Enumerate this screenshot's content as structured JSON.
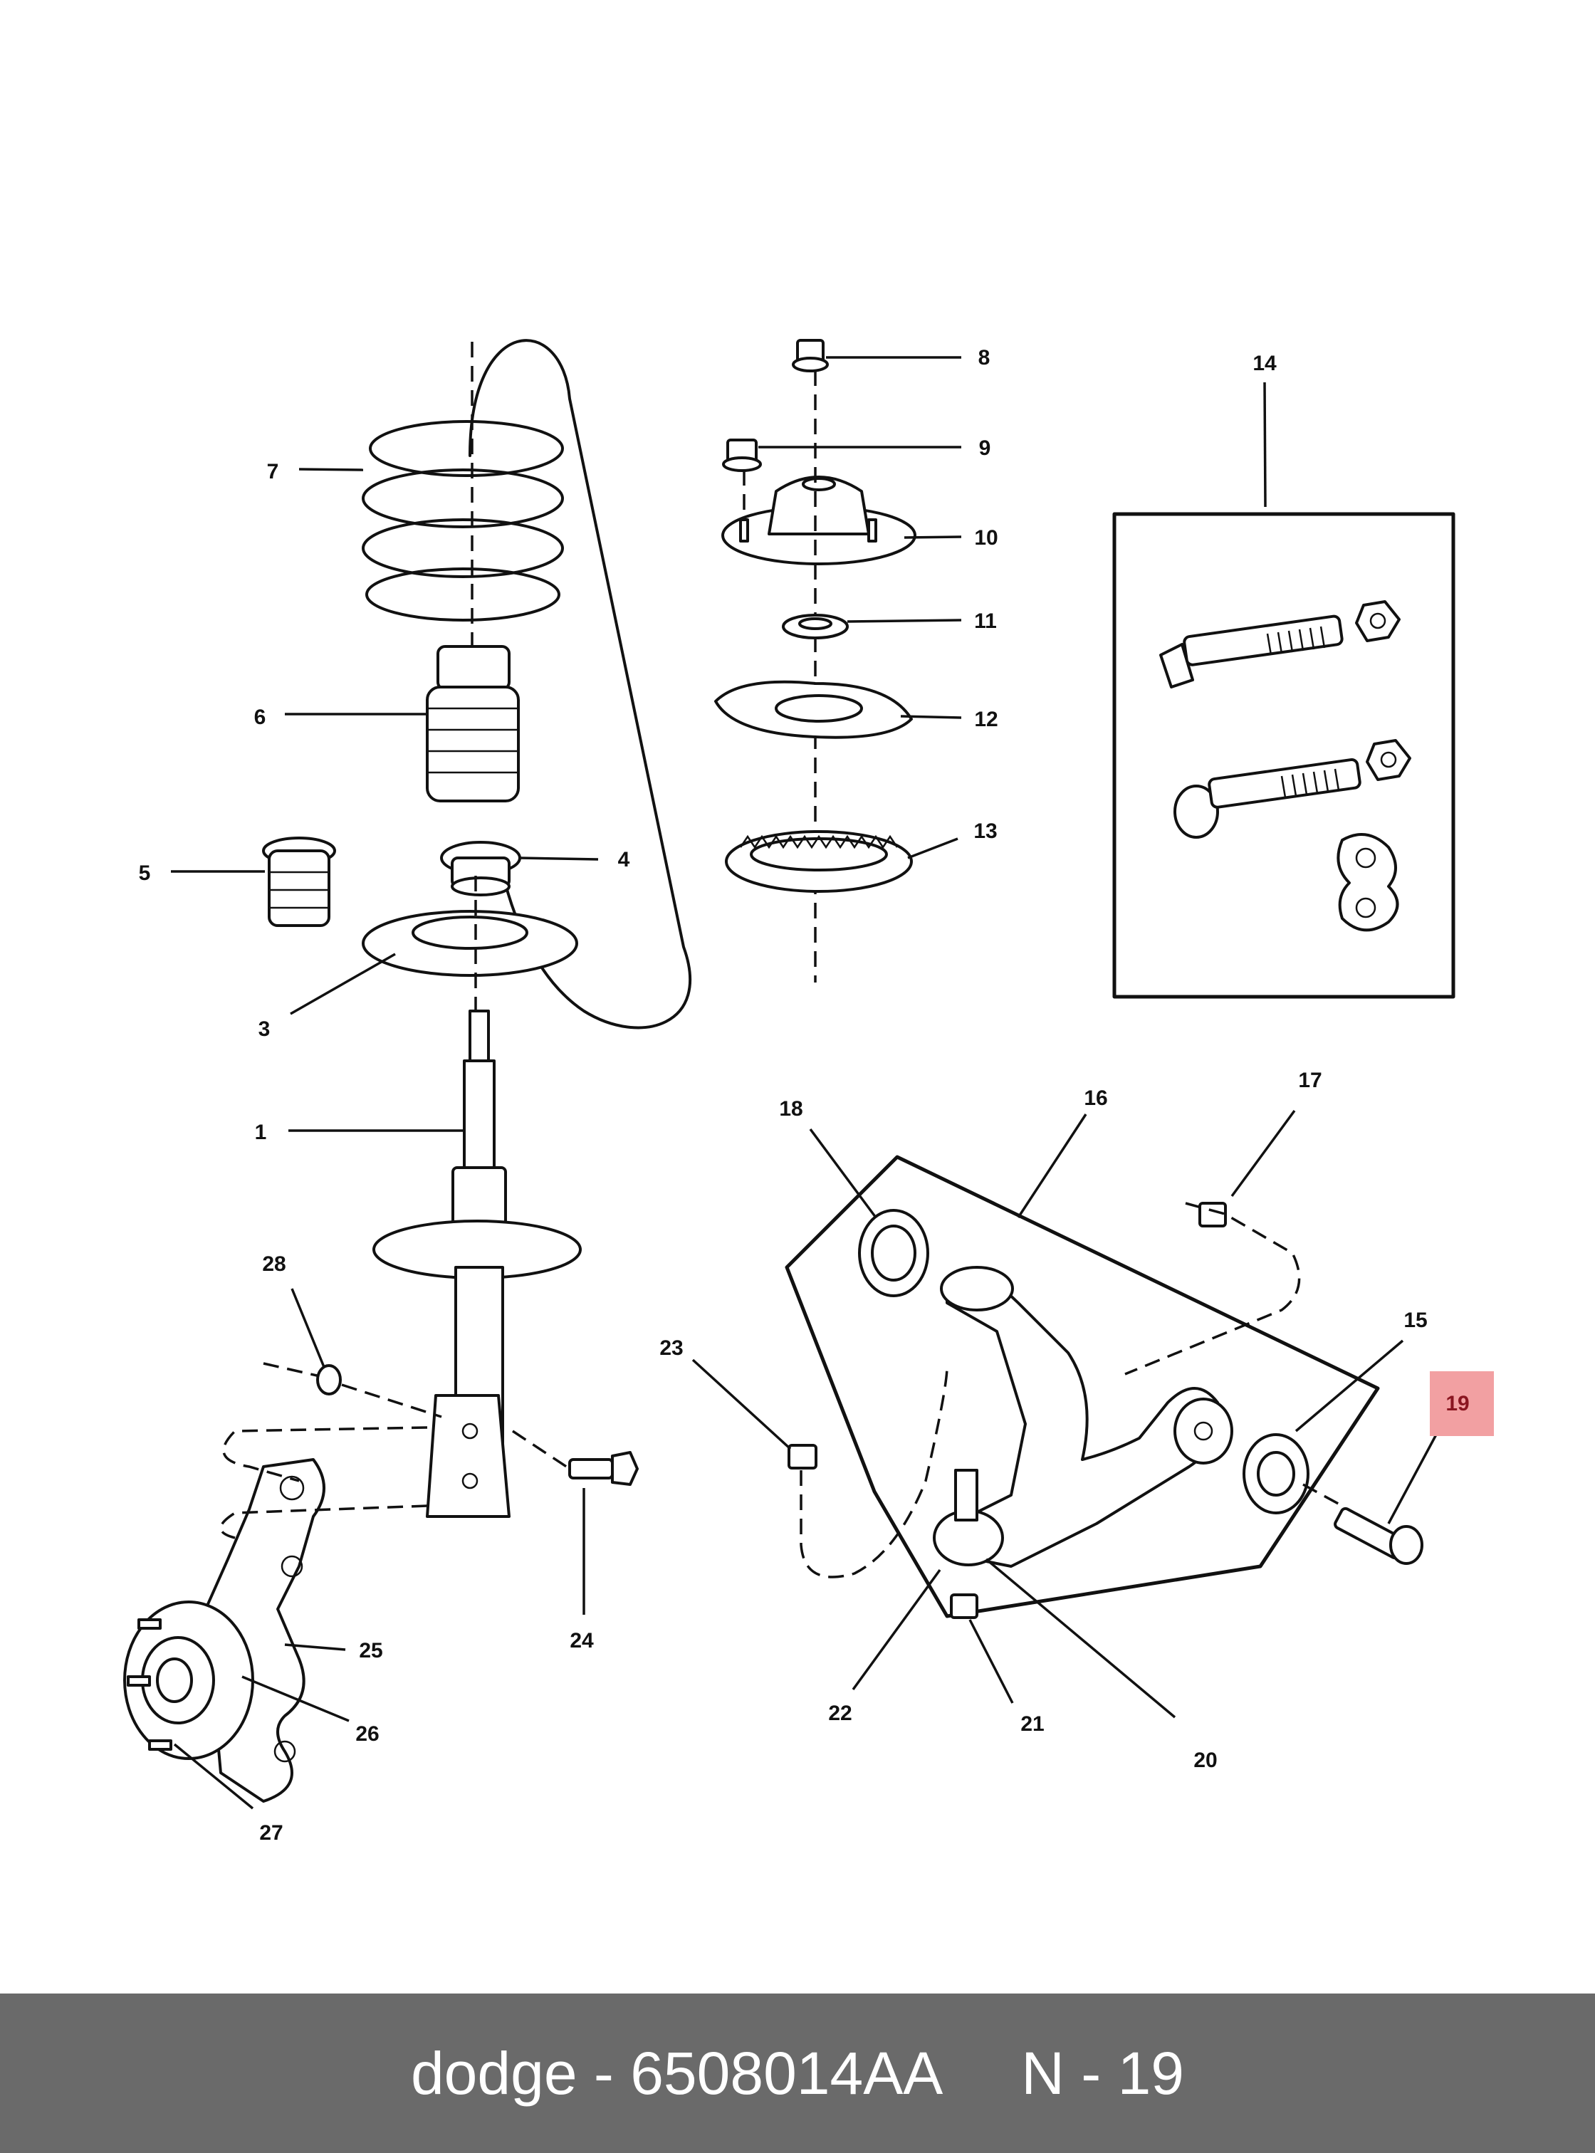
{
  "footer": {
    "brand": "dodge",
    "separator": " - ",
    "part_number": "6508014AA",
    "ref_label": "N - 19"
  },
  "callouts": {
    "c1": "1",
    "c3": "3",
    "c4": "4",
    "c5": "5",
    "c6": "6",
    "c7": "7",
    "c8": "8",
    "c9": "9",
    "c10": "10",
    "c11": "11",
    "c12": "12",
    "c13": "13",
    "c14": "14",
    "c15": "15",
    "c16": "16",
    "c17": "17",
    "c18": "18",
    "c19": "19",
    "c20": "20",
    "c21": "21",
    "c22": "22",
    "c23": "23",
    "c24": "24",
    "c25": "25",
    "c26": "26",
    "c27": "27",
    "c28": "28"
  },
  "highlight": {
    "callout": "19",
    "color": "#f2a0a2"
  },
  "colors": {
    "ink": "#111111",
    "footer_bg": "#6a6a6a",
    "footer_text": "#ffffff"
  }
}
